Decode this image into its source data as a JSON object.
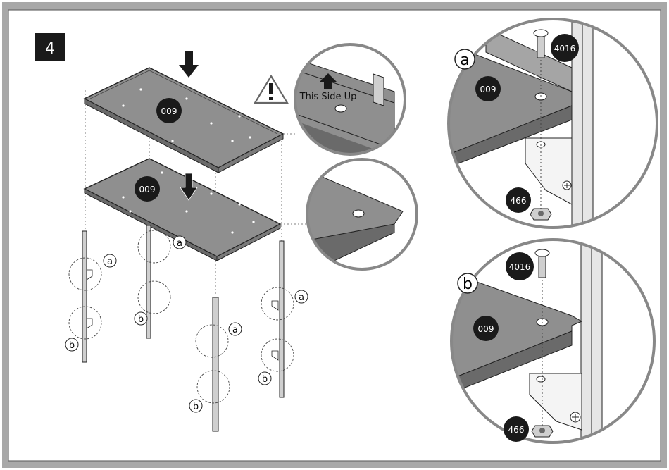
{
  "step": {
    "number": "4"
  },
  "parts": {
    "panel": "009",
    "screw": "4016",
    "nut": "466"
  },
  "labels": {
    "detail_a": "a",
    "detail_b": "b"
  },
  "callout": {
    "warning_icon": "warning-triangle-icon",
    "text": "This Side Up"
  },
  "colors": {
    "frame": "#a8a8a8",
    "panel": "#8f8f8f",
    "panel_dark": "#6a6a6a",
    "badge": "#1a1a1a",
    "line": "#222222"
  }
}
